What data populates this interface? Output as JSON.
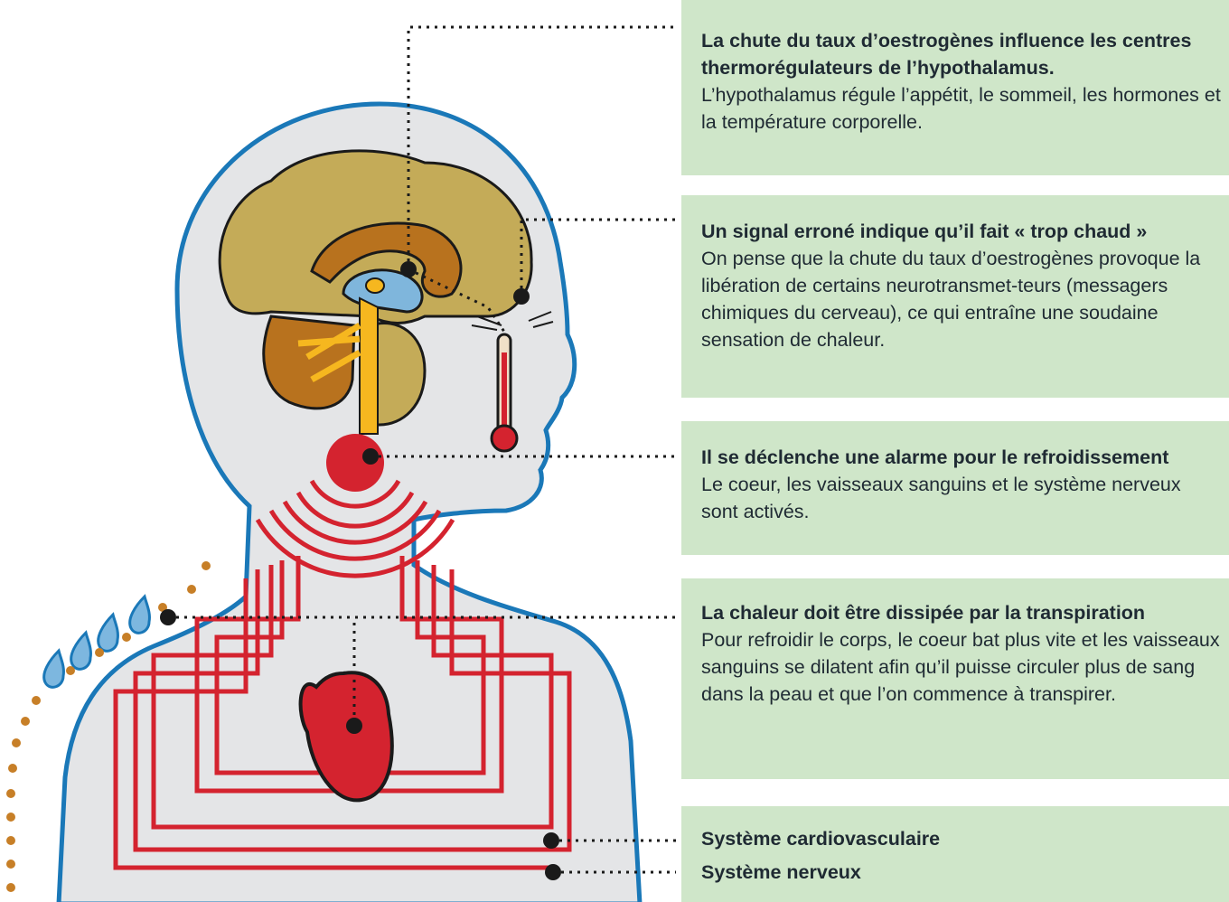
{
  "colors": {
    "panel": "#cfe6c9",
    "outline": "#1a78b8",
    "skin": "#e4e5e7",
    "brain": "#c4ab58",
    "brain_inner": "#b8721e",
    "nerve": "#f6b71f",
    "ventricle": "#7fb6dc",
    "heat_red": "#d4232f",
    "drop": "#7db7df",
    "sweat_dot": "#c77f27",
    "leader": "#1a1a1a"
  },
  "icons": [
    "thermometer-icon",
    "heart-icon",
    "sweat-drop-icon",
    "brain-icon"
  ],
  "callouts": [
    {
      "title": "La chute du taux d’oestrogènes influence les centres thermorégulateurs de l’hypothalamus.",
      "text": "L’hypothalamus régule l’appétit, le sommeil, les hormones et la température corporelle."
    },
    {
      "title": "Un signal erroné indique qu’il fait « trop chaud »",
      "text": "On pense que la chute du taux d’oestrogènes provoque la libération de certains neurotransmet-teurs (messagers chimiques du cerveau), ce qui entraîne une soudaine sensation de chaleur."
    },
    {
      "title": "Il se déclenche une alarme pour le refroidissement",
      "text": "Le coeur, les vaisseaux sanguins et le système nerveux sont activés."
    },
    {
      "title": "La chaleur doit être dissipée par la transpiration",
      "text": "Pour refroidir le corps, le coeur bat plus vite et les vaisseaux sanguins se dilatent afin qu’il puisse circuler plus de sang dans la peau et que l’on commence à transpirer."
    }
  ],
  "legend": {
    "cardio": "Système cardiovasculaire",
    "nervous": "Système nerveux"
  }
}
